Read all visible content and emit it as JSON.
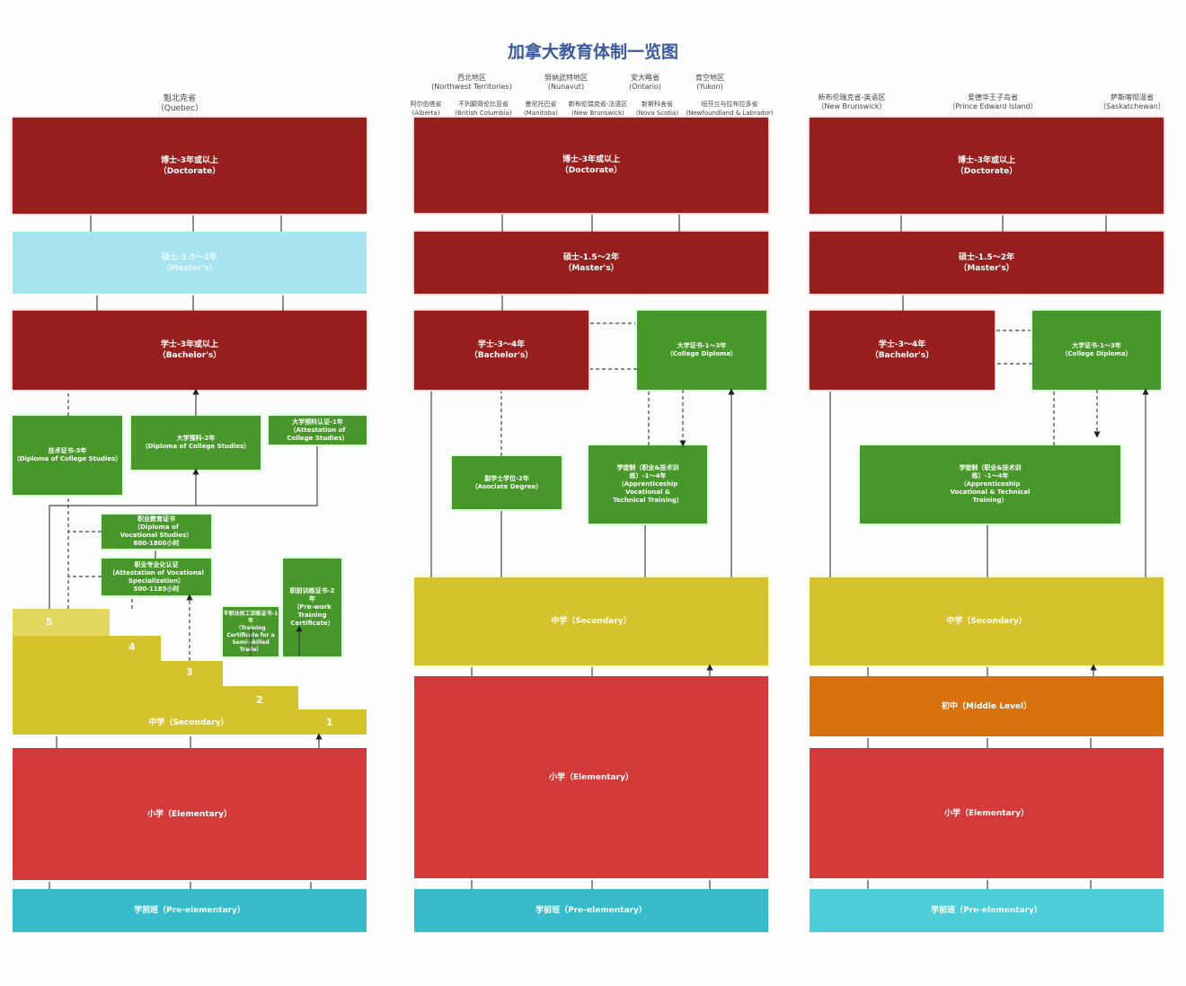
{
  "title": "加拿大教育体制一览图",
  "col1": {
    "region": {
      "zh": "魁北克省",
      "en": "（Quebec）"
    },
    "doctorate": {
      "zh": "博士-3年或以上",
      "en": "（Doctorate）"
    },
    "masters": {
      "zh": "硕士-1.5～2年",
      "en": "（Master's）"
    },
    "bachelor": {
      "zh": "学士-3年或以上",
      "en": "（Bachelor's）"
    },
    "tech": {
      "zh": "技术证书-3年",
      "en": "（Diploma of College Studies）"
    },
    "prep2": {
      "zh": "大学预科-2年",
      "en": "（Diploma of College Studies）"
    },
    "prep1": {
      "zh": "大学预科认证-1年",
      "en": "（Attestation of College Studies）"
    },
    "dvs": {
      "zh": "职业教育证书",
      "en": "（Diploma of Vocational Studies）",
      "hours": "600-1800小时"
    },
    "avs": {
      "zh": "职业专业化认证",
      "en": "（Attestation of Vocational Specialization）",
      "hours": "500-1185小时"
    },
    "semi": {
      "zh": "半职业技工训练证书-1年",
      "en": "（Training Certificate for a Semi-skilled Trade）"
    },
    "prework": {
      "zh": "职前训练证书-2年",
      "en": "（Pre-work Training Certificate）"
    },
    "steps": [
      "5",
      "4",
      "3",
      "2",
      "1"
    ],
    "secondary": "中学（Secondary）",
    "elementary": "小学（Elementary）",
    "pre": "学前班（Pre-elementary）"
  },
  "col2": {
    "regions_row1": [
      {
        "zh": "西北地区",
        "en": "(Northwest Territories)"
      },
      {
        "zh": "努纳武特地区",
        "en": "(Nunavut)"
      },
      {
        "zh": "安大略省",
        "en": "(Ontario)"
      },
      {
        "zh": "育空地区",
        "en": "(Yukon)"
      }
    ],
    "regions_row2": [
      {
        "zh": "阿尔伯塔省",
        "en": "(Alberta)"
      },
      {
        "zh": "不列颠哥伦比亚省",
        "en": "(British Columbia)"
      },
      {
        "zh": "曼尼托巴省",
        "en": "(Manitoba)"
      },
      {
        "zh": "新布伦瑞克省-法语区",
        "en": "(New Brunswick)"
      },
      {
        "zh": "新斯科舍省",
        "en": "(Nova Scotia)"
      },
      {
        "zh": "纽芬兰与拉布拉多省",
        "en": "(Newfoundland & Labrador)"
      }
    ],
    "doctorate": {
      "zh": "博士-3年或以上",
      "en": "（Doctorate）"
    },
    "masters": {
      "zh": "硕士-1.5～2年",
      "en": "（Master's）"
    },
    "bachelor": {
      "zh": "学士-3～4年",
      "en": "（Bachelor's）"
    },
    "college": {
      "zh": "大学证书-1～3年",
      "en": "（College Diploma）"
    },
    "associate": {
      "zh": "副学士学位-2年",
      "en": "（Asociate Degree）"
    },
    "apprentice": {
      "zh": "学徒制（职业&技术训练）-1～4年",
      "en": "（Apprenticeship Vocational & Technical Training）"
    },
    "secondary": "中学（Secondary）",
    "elementary": "小学（Elementary）",
    "pre": "学前班（Pre-elementary）"
  },
  "col3": {
    "regions": [
      {
        "zh": "新布伦瑞克省-英语区",
        "en": "（New Brunswick）"
      },
      {
        "zh": "爱德华王子岛省",
        "en": "（Prince Edward Island）"
      },
      {
        "zh": "萨斯喀彻温省",
        "en": "（Saskatchewan）"
      }
    ],
    "doctorate": {
      "zh": "博士-3年或以上",
      "en": "（Doctorate）"
    },
    "masters": {
      "zh": "硕士-1.5～2年",
      "en": "（Master's）"
    },
    "bachelor": {
      "zh": "学士-3～4年",
      "en": "（Bachelor's）"
    },
    "college": {
      "zh": "大学证书-1～3年",
      "en": "（College Diploma）"
    },
    "apprentice": {
      "zh": "学徒制（职业&技术训练）-1～4年",
      "en": "（Apprenticeship Vocational & Technical Training）"
    },
    "secondary": "中学（Secondary）",
    "middle": "初中（Middle Level）",
    "elementary": "小学（Elementary）",
    "pre": "学前班（Pre-elementary）"
  }
}
